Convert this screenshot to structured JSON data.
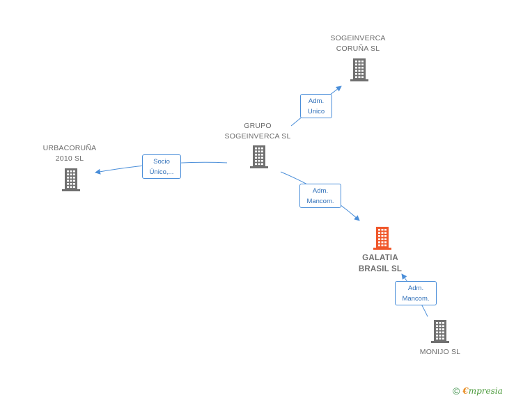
{
  "nodes": {
    "sogeinverca_coruna": {
      "line1": "SOGEINVERCA",
      "line2": "CORUÑA SL"
    },
    "grupo_sogeinverca": {
      "line1": "GRUPO",
      "line2": "SOGEINVERCA SL"
    },
    "urbacoruna": {
      "line1": "URBACORUÑA",
      "line2": "2010 SL"
    },
    "galatia": {
      "line1": "GALATIA",
      "line2": "BRASIL SL"
    },
    "monijo": {
      "line1": "MONIJO SL"
    }
  },
  "edges": {
    "grupo_to_sogeinverca": {
      "line1": "Adm.",
      "line2": "Unico"
    },
    "grupo_to_urbacoruna": {
      "line1": "Socio",
      "line2": "Único,..."
    },
    "grupo_to_galatia": {
      "line1": "Adm.",
      "line2": "Mancom."
    },
    "monijo_to_galatia": {
      "line1": "Adm.",
      "line2": "Mancom."
    }
  },
  "colors": {
    "company": "#707070",
    "focus_company": "#f0572a",
    "edge": "#4a8ed9"
  },
  "icons": {
    "company": "building-icon",
    "copyright": "copyright-icon"
  },
  "footer": {
    "copyright_symbol": "©",
    "brand_initial": "€",
    "brand_rest": "mpresia"
  }
}
